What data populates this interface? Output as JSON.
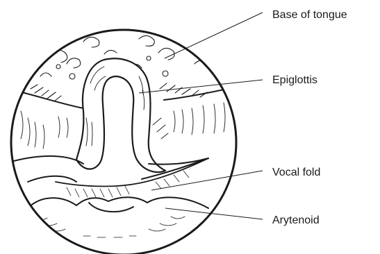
{
  "figure": {
    "labels": {
      "base_of_tongue": "Base of tongue",
      "epiglottis": "Epiglottis",
      "vocal_fold": "Vocal fold",
      "arytenoid": "Arytenoid"
    },
    "colors": {
      "ink": "#1a1a1a",
      "background": "#ffffff"
    }
  }
}
